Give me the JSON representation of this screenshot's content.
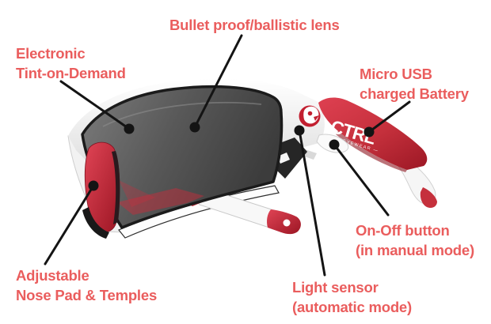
{
  "brand": {
    "name": "CTRL",
    "tagline": "— EYEWEAR —"
  },
  "colors": {
    "label_text": "#ea5d5d",
    "annotation_line": "#141414",
    "frame_red": "#c5303c",
    "frame_white": "#f5f5f5",
    "lens_dark": "#4a4a4a",
    "background": "#ffffff"
  },
  "labels": {
    "tint": {
      "line1": "Electronic",
      "line2": "Tint-on-Demand"
    },
    "lens": {
      "line1": "Bullet proof/ballistic lens"
    },
    "battery": {
      "line1": "Micro USB",
      "line2": "charged Battery"
    },
    "onoff": {
      "line1": "On-Off button",
      "line2": "(in manual mode)"
    },
    "sensor": {
      "line1": "Light sensor",
      "line2": "(automatic mode)"
    },
    "nosepad": {
      "line1": "Adjustable",
      "line2": "Nose Pad & Temples"
    }
  }
}
